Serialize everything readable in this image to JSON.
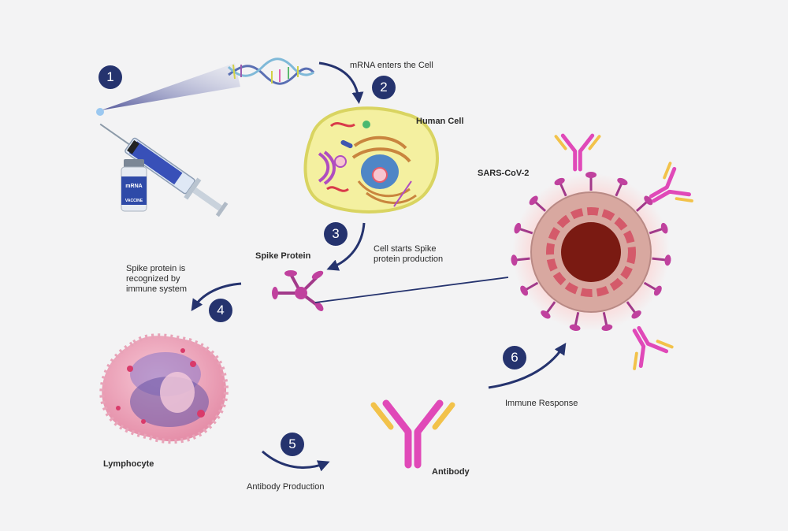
{
  "steps": [
    "1",
    "2",
    "3",
    "4",
    "5",
    "6"
  ],
  "labels": {
    "mrna_enters": "mRNA enters the Cell",
    "human_cell": "Human Cell",
    "sars_cov2": "SARS-CoV-2",
    "spike_protein": "Spike Protein",
    "cell_starts_line1": "Cell starts Spike",
    "cell_starts_line2": "protein production",
    "recognized_line1": "Spike protein is",
    "recognized_line2": "recognized by",
    "recognized_line3": "immune system",
    "lymphocyte": "Lymphocyte",
    "antibody_production": "Antibody Production",
    "antibody": "Antibody",
    "immune_response": "Immune Response"
  },
  "vial": {
    "brand": "mRNA",
    "type": "VACCINE"
  },
  "colors": {
    "step_badge": "#25336e",
    "arrow": "#25336e",
    "antibody_pink": "#e049b8",
    "antibody_yellow": "#f2c24a",
    "virus_body": "#d8a8a0",
    "cell_fill": "#f4f0a0"
  }
}
